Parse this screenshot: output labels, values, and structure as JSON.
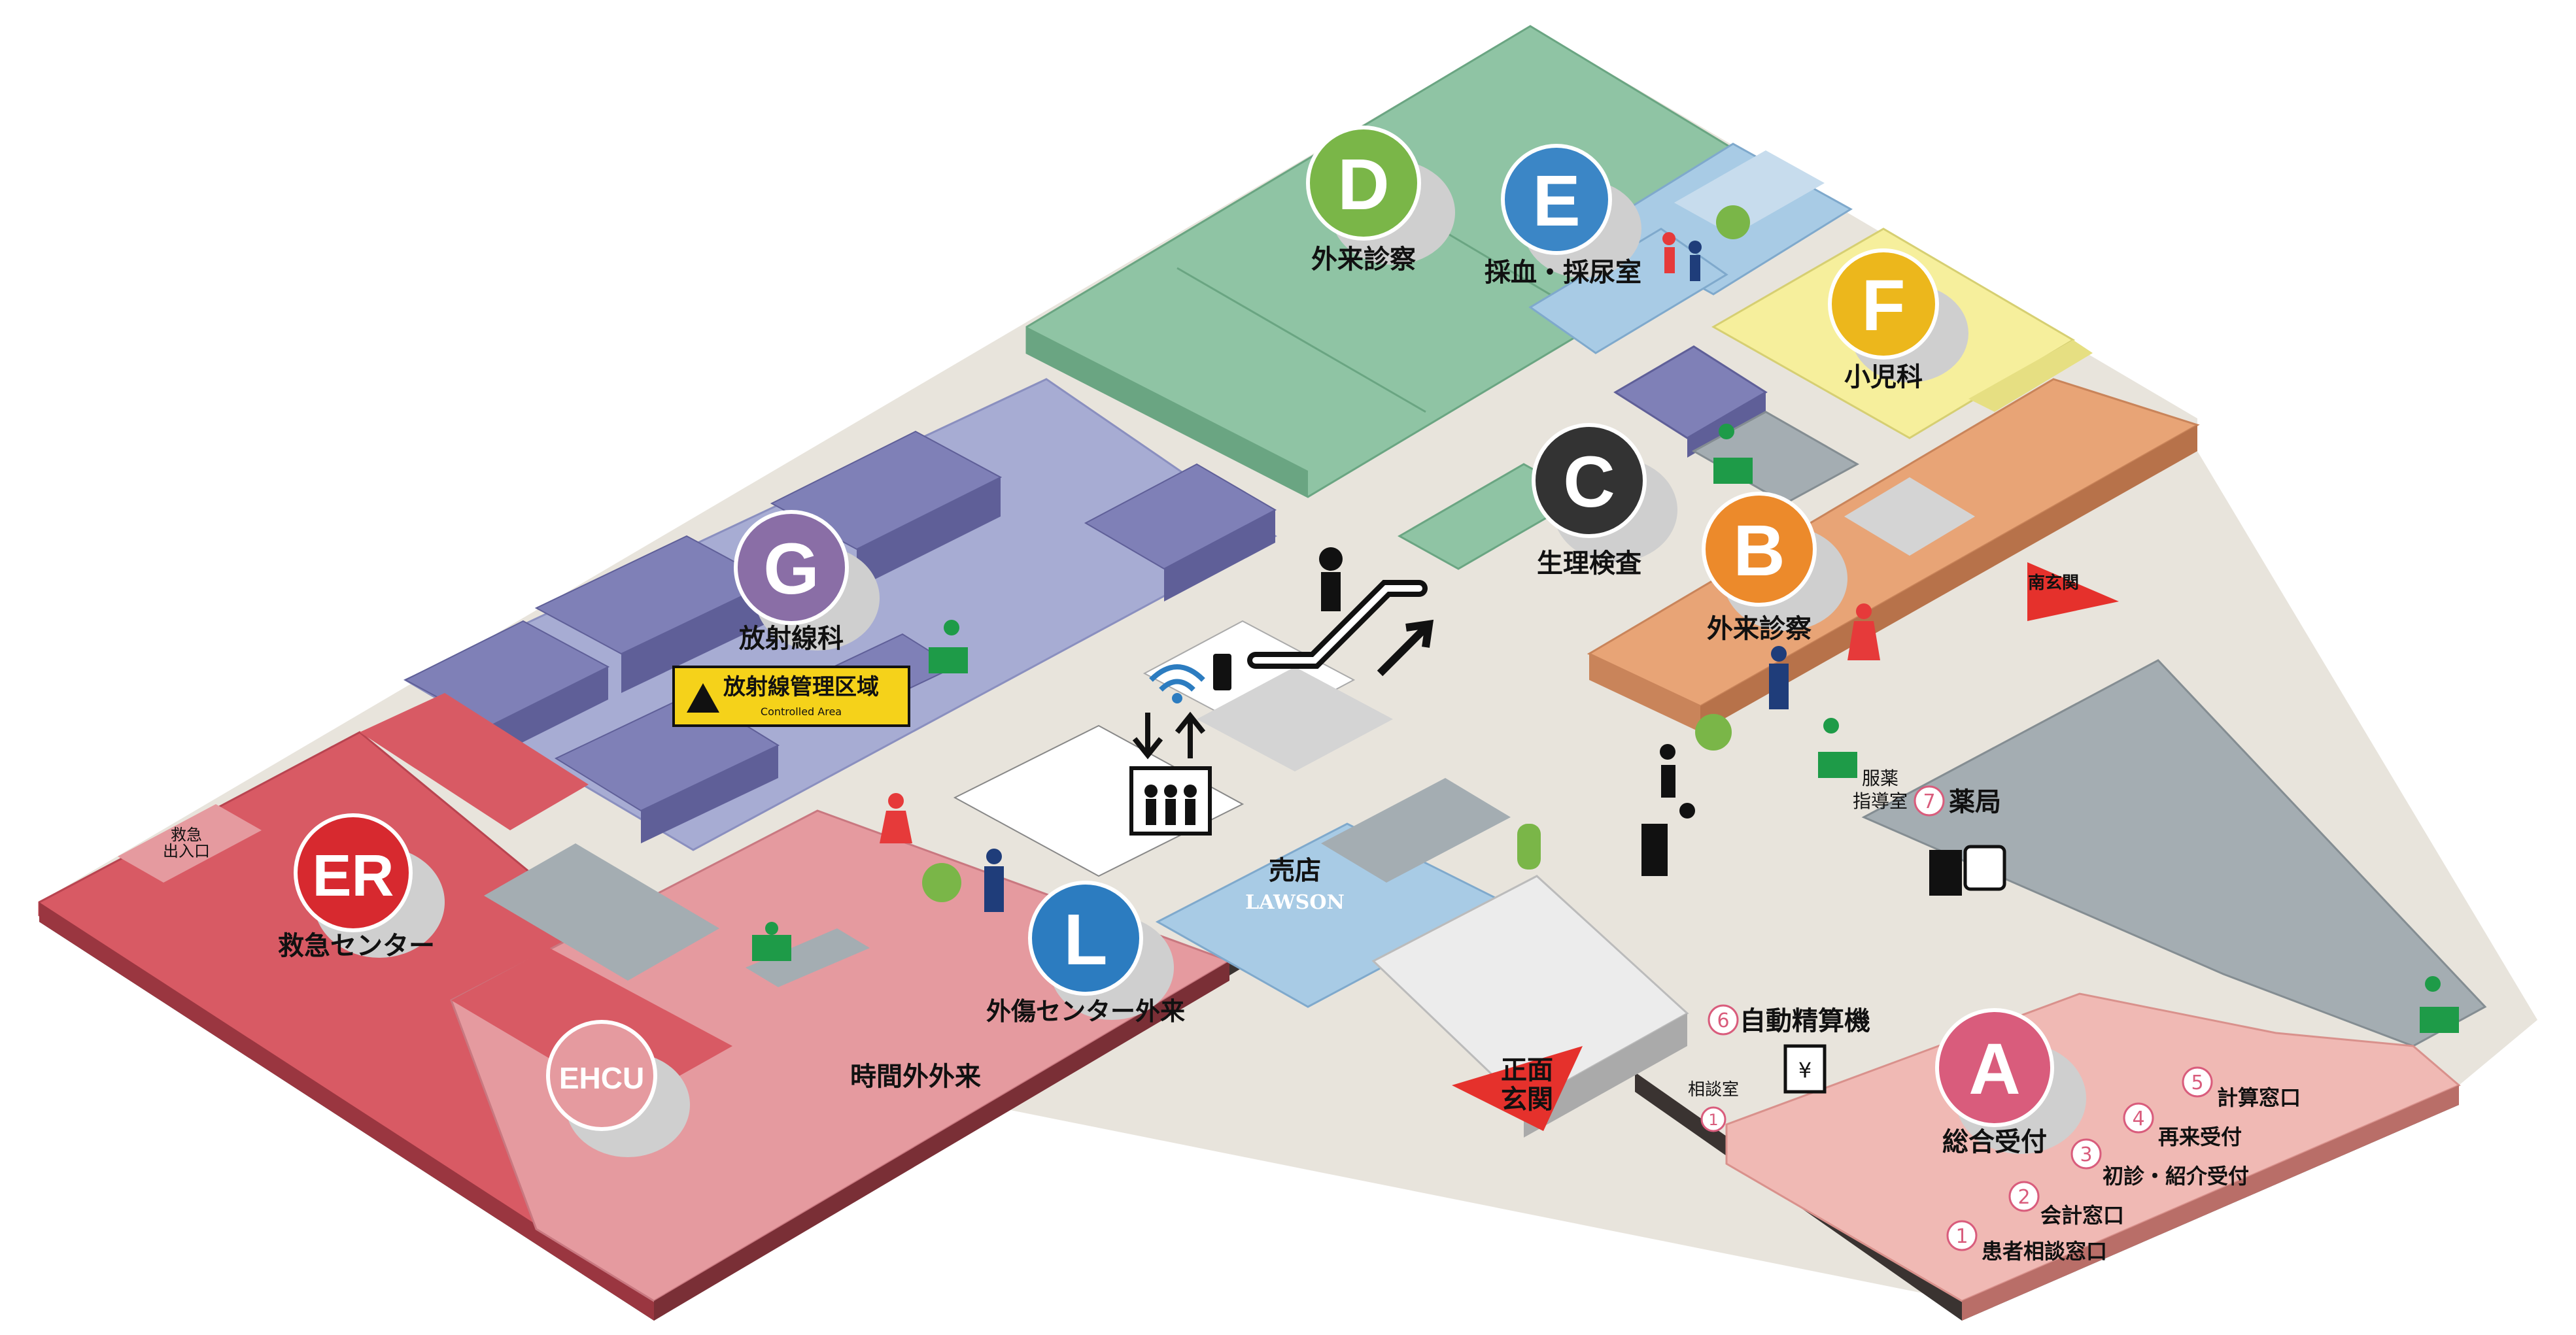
{
  "colors": {
    "er_red": "#d85a64",
    "salmon": "#e59a9f",
    "green_d": "#8fc4a4",
    "blue_e": "#a8cbe5",
    "yellow_f": "#f6ef9c",
    "orange_b": "#e8a476",
    "purple_g": "#a7acd3",
    "gray": "#a4adb2",
    "pink_a": "#f0b9b4",
    "beige": "#e8e4dc"
  },
  "departments": [
    {
      "letter": "D",
      "label": "外来診察",
      "color": "#7ab648"
    },
    {
      "letter": "E",
      "label": "採血・採尿室",
      "color": "#3b86c6"
    },
    {
      "letter": "F",
      "label": "小児科",
      "color": "#ecb71c"
    },
    {
      "letter": "C",
      "label": "生理検査",
      "color": "#333333"
    },
    {
      "letter": "B",
      "label": "外来診察",
      "color": "#ec8a2b"
    },
    {
      "letter": "G",
      "label": "放射線科",
      "color": "#8a6ea6"
    },
    {
      "letter": "ER",
      "label": "救急センター",
      "color": "#d7292f"
    },
    {
      "letter": "L",
      "label": "外傷センター外来",
      "color": "#2c7cc0"
    },
    {
      "letter": "A",
      "label": "総合受付",
      "color": "#d95c7c"
    }
  ],
  "ehcu": {
    "letter": "EHCU"
  },
  "labels": {
    "time_outside": "時間外外来",
    "shop": "売店",
    "lawson": "LAWSON",
    "emergency_entrance": "救急\n出入口",
    "emergency_entrance_line1": "救急",
    "emergency_entrance_line2": "出入口",
    "warning_main": "放射線管理区域",
    "warning_sub": "Controlled Area",
    "main_entrance_1": "正面",
    "main_entrance_2": "玄関",
    "south_entrance": "南玄関",
    "pharmacy": "薬局",
    "pharmacy_num": "7",
    "med_guidance_1": "服薬",
    "med_guidance_2": "指導室",
    "auto_payment": "自動精算機",
    "auto_payment_num": "6",
    "consult_room": "相談室",
    "consult_room_num": "1"
  },
  "counters": [
    {
      "num": "5",
      "label": "計算窓口"
    },
    {
      "num": "4",
      "label": "再来受付"
    },
    {
      "num": "3",
      "label": "初診・紹介受付"
    },
    {
      "num": "2",
      "label": "会計窓口"
    },
    {
      "num": "1",
      "label": "患者相談窓口"
    }
  ]
}
